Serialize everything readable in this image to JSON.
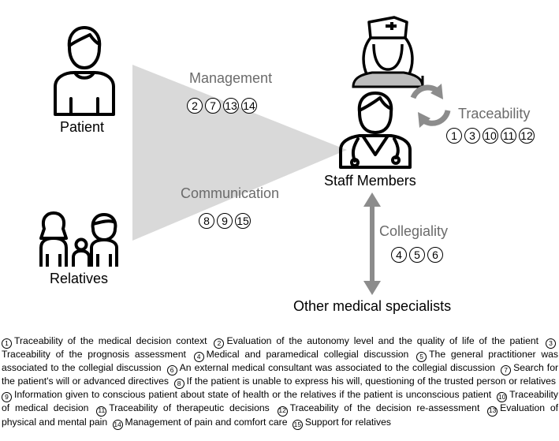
{
  "actors": {
    "patient": "Patient",
    "relatives": "Relatives",
    "staff": "Staff Members",
    "specialists": "Other medical specialists"
  },
  "themes": {
    "management": {
      "label": "Management",
      "items": [
        "2",
        "7",
        "13",
        "14"
      ]
    },
    "communication": {
      "label": "Communication",
      "items": [
        "8",
        "9",
        "15"
      ]
    },
    "traceability": {
      "label": "Traceability",
      "items": [
        "1",
        "3",
        "10",
        "11",
        "12"
      ]
    },
    "collegiality": {
      "label": "Collegiality",
      "items": [
        "4",
        "5",
        "6"
      ]
    }
  },
  "colors": {
    "arrow_gray": "#8c8c8c",
    "funnel_gray": "#d9d9d9",
    "theme_text": "#6b6b6b"
  },
  "icons": [
    "patient-icon",
    "relatives-icon",
    "nurse-icon",
    "doctor-icon",
    "cycle-arrows-icon",
    "double-arrow-icon"
  ],
  "legend": [
    {
      "n": "1",
      "text": "Traceability of the medical decision context"
    },
    {
      "n": "2",
      "text": "Evaluation of the autonomy level and the quality of life of the patient"
    },
    {
      "n": "3",
      "text": "Traceability of the prognosis assessment"
    },
    {
      "n": "4",
      "text": "Medical and paramedical collegial discussion"
    },
    {
      "n": "5",
      "text": "The general practitioner was associated to the collegial discussion"
    },
    {
      "n": "6",
      "text": "An external medical consultant was associated to the collegial discussion"
    },
    {
      "n": "7",
      "text": "Search for the patient's will or advanced directives"
    },
    {
      "n": "8",
      "text": "If the patient is unable to express his will, questioning of the trusted person or relatives"
    },
    {
      "n": "9",
      "text": "Information given to conscious patient about state of health or the relatives if the patient is unconscious patient"
    },
    {
      "n": "10",
      "text": "Traceability of medical decision"
    },
    {
      "n": "11",
      "text": "Traceability of therapeutic decisions"
    },
    {
      "n": "12",
      "text": "Traceability of the decision re-assessment"
    },
    {
      "n": "13",
      "text": "Evaluation of physical and mental pain"
    },
    {
      "n": "14",
      "text": "Management of pain and comfort care"
    },
    {
      "n": "15",
      "text": "Support for relatives"
    }
  ]
}
